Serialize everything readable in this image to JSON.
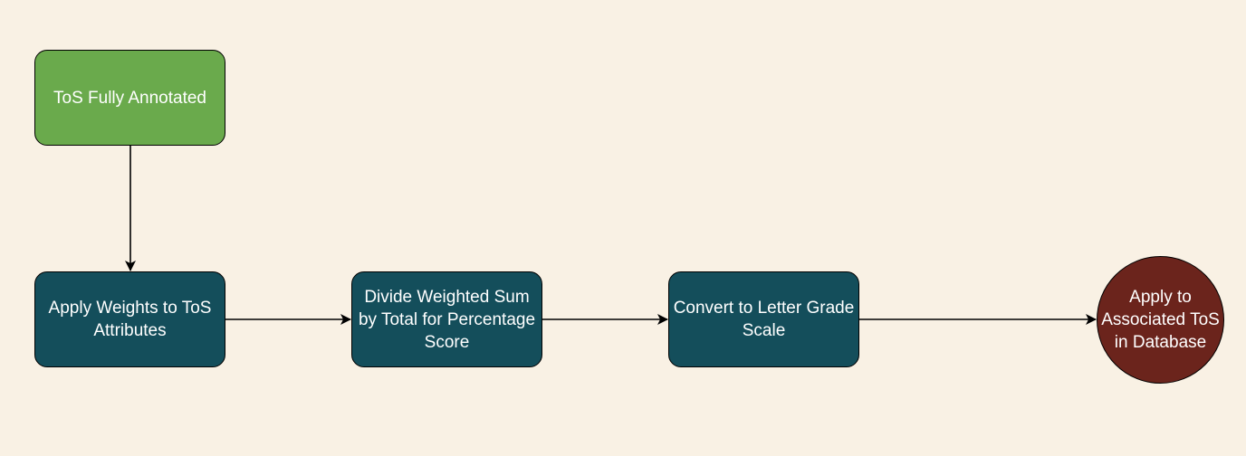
{
  "colors": {
    "background": "#f9f1e4",
    "start_fill": "#6aaa4c",
    "process_fill": "#144e5b",
    "end_fill": "#6b241c",
    "edge": "#000000",
    "text": "#ffffff"
  },
  "nodes": {
    "start": {
      "label": "ToS Fully Annotated"
    },
    "weights": {
      "label": "Apply Weights to ToS Attributes"
    },
    "divide": {
      "label": "Divide Weighted Sum by Total for Percentage Score"
    },
    "convert": {
      "label": "Convert to Letter Grade Scale"
    },
    "apply": {
      "label": "Apply to Associated ToS in Database"
    }
  },
  "edges": [
    {
      "from": "start",
      "to": "weights"
    },
    {
      "from": "weights",
      "to": "divide"
    },
    {
      "from": "divide",
      "to": "convert"
    },
    {
      "from": "convert",
      "to": "apply"
    }
  ]
}
